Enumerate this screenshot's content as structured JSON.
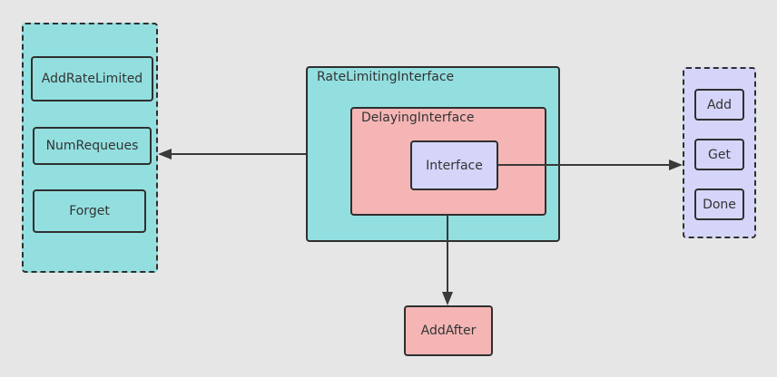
{
  "colors": {
    "background": "#e6e6e6",
    "teal": "#93dfe0",
    "pink": "#f5b5b5",
    "lavender": "#d5d5fa",
    "stroke": "#2f2f2f"
  },
  "left_group": {
    "items": [
      "AddRateLimited",
      "NumRequeues",
      "Forget"
    ]
  },
  "right_group": {
    "items": [
      "Add",
      "Get",
      "Done"
    ]
  },
  "outer": {
    "label": "RateLimitingInterface"
  },
  "middle": {
    "label": "DelayingInterface"
  },
  "inner": {
    "label": "Interface"
  },
  "bottom": {
    "label": "AddAfter"
  }
}
